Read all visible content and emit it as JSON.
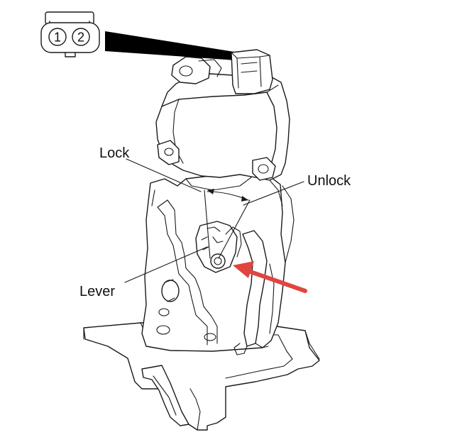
{
  "connector": {
    "pins": [
      "1",
      "2"
    ]
  },
  "labels": {
    "lock": "Lock",
    "unlock": "Unlock",
    "lever": "Lever"
  },
  "colors": {
    "line": "#1a1a1a",
    "arrow": "#e0453f",
    "background": "#ffffff"
  }
}
